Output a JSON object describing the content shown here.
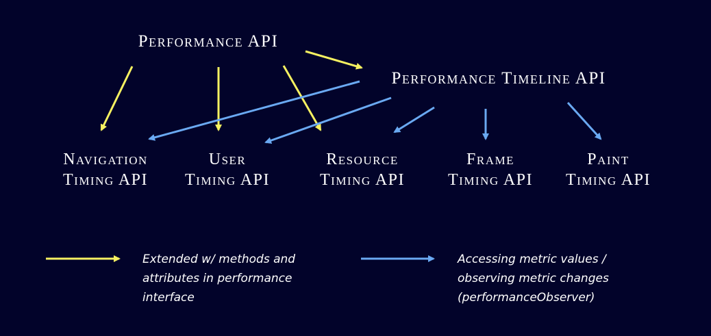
{
  "colors": {
    "background": "#02032a",
    "text": "#ffffff",
    "extends_arrow": "#f6f161",
    "observe_arrow": "#6aa9f2"
  },
  "nodes": {
    "performance_api": "Performance API",
    "timeline_api": "Performance Timeline API",
    "navigation_timing": [
      "Navigation",
      "Timing API"
    ],
    "user_timing": [
      "User",
      "Timing API"
    ],
    "resource_timing": [
      "Resource",
      "Timing API"
    ],
    "frame_timing": [
      "Frame",
      "Timing API"
    ],
    "paint_timing": [
      "Paint",
      "Timing API"
    ]
  },
  "edges": [
    {
      "from": "performance_api",
      "to": "navigation_timing",
      "kind": "extends"
    },
    {
      "from": "performance_api",
      "to": "user_timing",
      "kind": "extends"
    },
    {
      "from": "performance_api",
      "to": "resource_timing",
      "kind": "extends"
    },
    {
      "from": "performance_api",
      "to": "timeline_api",
      "kind": "extends"
    },
    {
      "from": "timeline_api",
      "to": "navigation_timing",
      "kind": "observes"
    },
    {
      "from": "timeline_api",
      "to": "user_timing",
      "kind": "observes"
    },
    {
      "from": "timeline_api",
      "to": "resource_timing",
      "kind": "observes"
    },
    {
      "from": "timeline_api",
      "to": "frame_timing",
      "kind": "observes"
    },
    {
      "from": "timeline_api",
      "to": "paint_timing",
      "kind": "observes"
    }
  ],
  "legend": {
    "extends": [
      "Extended w/ methods and",
      "attributes in performance",
      "interface"
    ],
    "observes": [
      "Accessing metric values /",
      "observing metric changes",
      "(performanceObserver)"
    ]
  }
}
